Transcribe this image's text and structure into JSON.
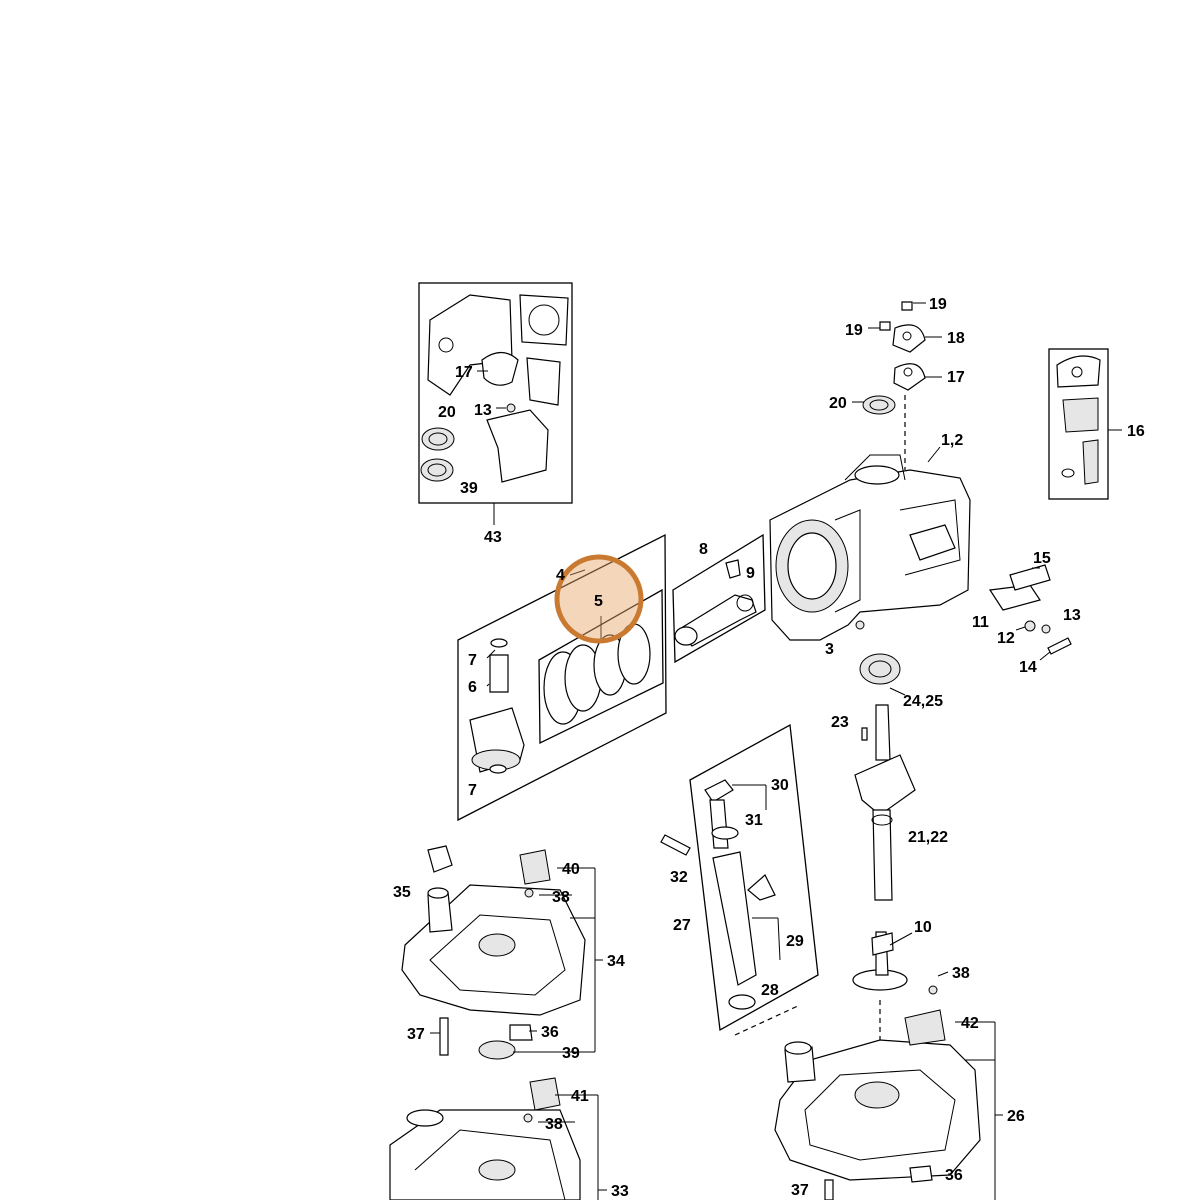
{
  "labels": {
    "c1": "1,2",
    "c3": "3",
    "c4": "4",
    "c5": "5",
    "c6": "6",
    "c7a": "7",
    "c7b": "7",
    "c8": "8",
    "c9": "9",
    "c10": "10",
    "c11": "11",
    "c12": "12",
    "c13a": "13",
    "c13b": "13",
    "c14": "14",
    "c15": "15",
    "c16": "16",
    "c17a": "17",
    "c17b": "17",
    "c18": "18",
    "c19a": "19",
    "c19b": "19",
    "c20a": "20",
    "c20b": "20",
    "c21": "21,22",
    "c23": "23",
    "c24": "24,25",
    "c26": "26",
    "c27": "27",
    "c28": "28",
    "c29": "29",
    "c30": "30",
    "c31": "31",
    "c32": "32",
    "c33": "33",
    "c34": "34",
    "c35": "35",
    "c36a": "36",
    "c36b": "36",
    "c37a": "37",
    "c37b": "37",
    "c38a": "38",
    "c38b": "38",
    "c38c": "38",
    "c39a": "39",
    "c39b": "39",
    "c40": "40",
    "c41": "41",
    "c42": "42",
    "c43": "43"
  },
  "highlight": {
    "label": "5",
    "color": "#e7a468"
  }
}
